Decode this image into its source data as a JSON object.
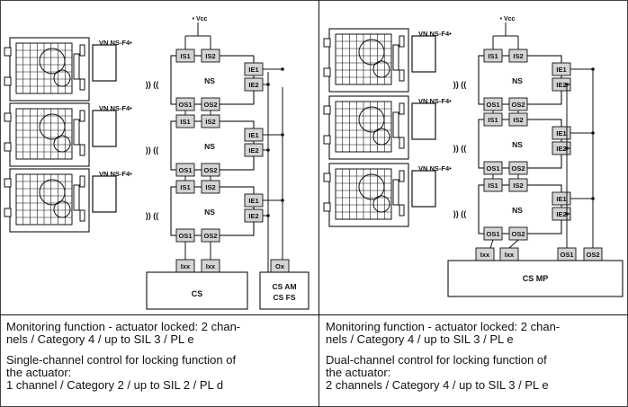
{
  "vcc": "Vcc",
  "vn_label": "VN NS-F4•",
  "ns_label": "NS",
  "ports": {
    "is1": "IS1",
    "is2": "IS2",
    "os1": "OS1",
    "os2": "OS2",
    "ie1": "IE1",
    "ie2": "IE2"
  },
  "wave_glyph": ")) ((",
  "left": {
    "lxx": "Ixx",
    "ox": "Ox",
    "cs": "CS",
    "cs_am": "CS AM",
    "cs_fs": "CS FS",
    "caption1": "Monitoring function - actuator locked: 2 chan-\nnels / Category 4 / up to SIL 3 / PL e",
    "caption2": "Single-channel control for locking function of\nthe actuator:\n1 channel / Category 2 / up to SIL 2 / PL d"
  },
  "right": {
    "lxx": "Ixx",
    "os1": "OS1",
    "os2": "OS2",
    "cs_mp": "CS MP",
    "caption1": "Monitoring function - actuator locked: 2 chan-\nnels / Category 4 / up to SIL 3 / PL e",
    "caption2": "Dual-channel control for locking function of\nthe actuator:\n2 channels / Category 4 / up to SIL 3 / PL e"
  },
  "colors": {
    "box_fill": "#d4d4d4",
    "line": "#111111",
    "border": "#444444"
  }
}
